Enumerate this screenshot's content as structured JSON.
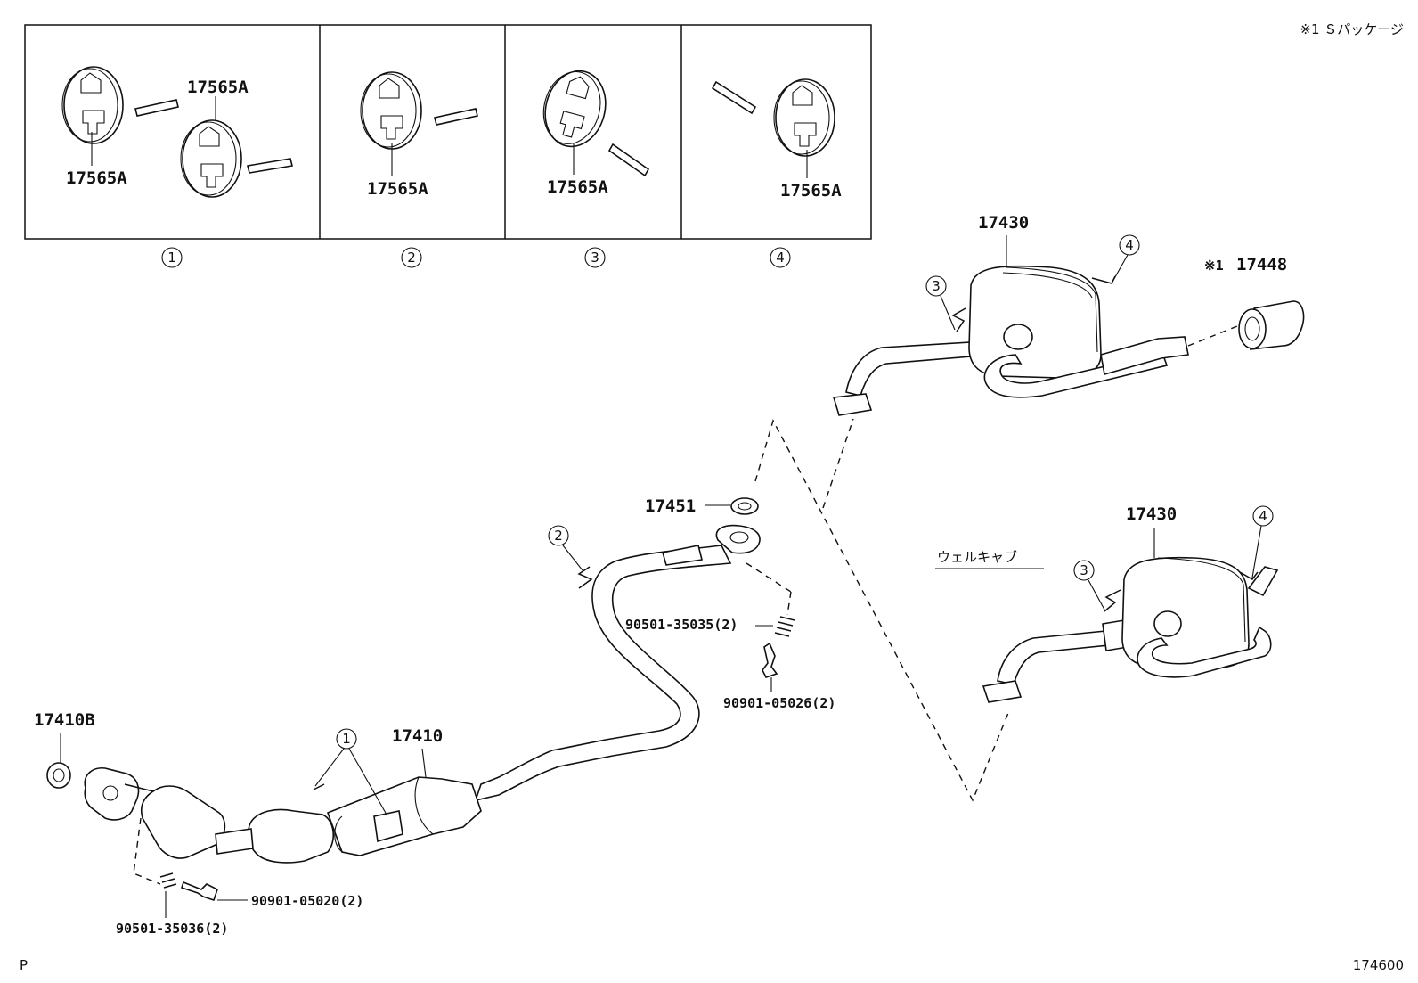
{
  "note": "※1 Ｓパッケージ",
  "page_marker": "P",
  "figure_number": "174600",
  "hanger_box": {
    "panels": [
      {
        "number": "1",
        "labels": [
          "17565A",
          "17565A"
        ]
      },
      {
        "number": "2",
        "labels": [
          "17565A"
        ]
      },
      {
        "number": "3",
        "labels": [
          "17565A"
        ]
      },
      {
        "number": "4",
        "labels": [
          "17565A"
        ]
      }
    ]
  },
  "upper_muffler": {
    "part_label": "17430",
    "hanger_refs": [
      "3",
      "4"
    ],
    "tail_mark": "※1",
    "tail_part": "17448"
  },
  "lower_muffler": {
    "variant_label": "ウェルキャブ",
    "part_label": "17430",
    "hanger_refs": [
      "3",
      "4"
    ]
  },
  "center_pipe": {
    "gasket_label": "17451",
    "hanger_ref": "2",
    "spring_label": "90501-35035(2)",
    "bolt_label": "90901-05026(2)"
  },
  "front_pipe": {
    "part_label": "17410",
    "hanger_ref": "1",
    "gasket_label": "17410B",
    "bolt_label": "90901-05020(2)",
    "spring_label": "90501-35036(2)"
  }
}
